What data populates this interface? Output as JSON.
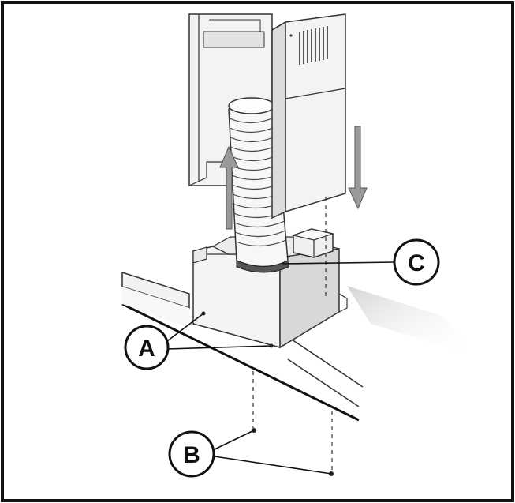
{
  "diagram": {
    "colors": {
      "frame": "#111111",
      "outline": "#333333",
      "panel_light": "#f4f4f4",
      "panel_mid": "#e6e6e6",
      "panel_shade": "#cfcfcf",
      "arrow_fill": "#9a9a9a",
      "duct_stripe": "#bdbdbd",
      "shadow": "#d9d9d9",
      "background": "#ffffff"
    },
    "callouts": [
      {
        "id": "A",
        "label": "A"
      },
      {
        "id": "B",
        "label": "B"
      },
      {
        "id": "C",
        "label": "C"
      }
    ]
  }
}
